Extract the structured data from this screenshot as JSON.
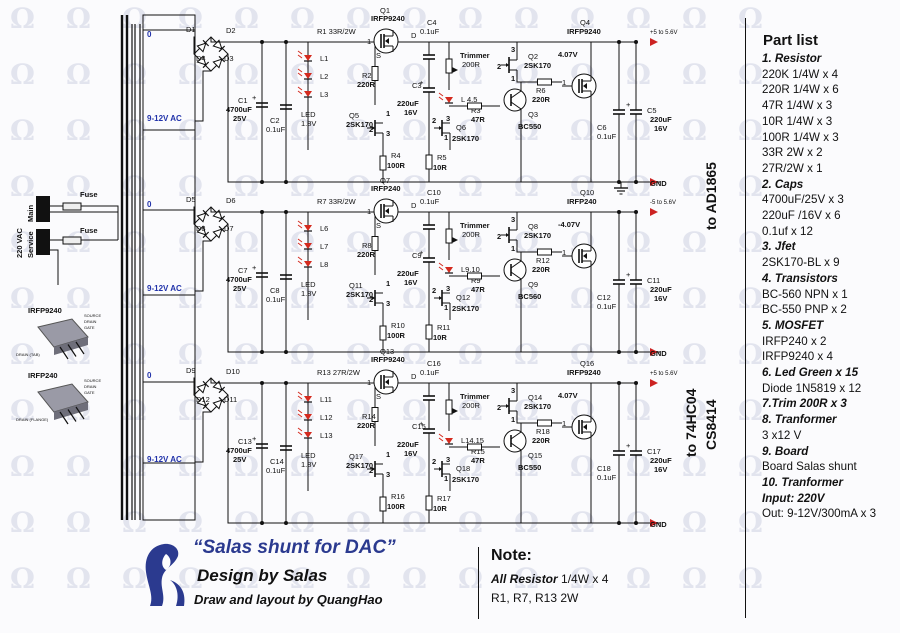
{
  "channels": [
    {
      "ac": "9-12V AC",
      "zero": "0",
      "bridge": [
        "D1",
        "D2",
        "D3",
        "D4"
      ],
      "c_in": [
        "C1",
        "4700uF",
        "25V"
      ],
      "c_in2": [
        "C2",
        "0.1uF"
      ],
      "r_series": "R1 33R/2W",
      "leds": [
        "L1",
        "L2",
        "L3"
      ],
      "led_lbl": [
        "LED",
        "1.8V"
      ],
      "q_mos": [
        "Q1",
        "IRFP9240"
      ],
      "c_top": [
        "C4",
        "0.1uF"
      ],
      "trimmer": [
        "Trimmer",
        "200R"
      ],
      "l_trim": "L 4.5",
      "r_bias": [
        "R2",
        "220R"
      ],
      "jfet": [
        "Q5",
        "2SK170"
      ],
      "r_src": [
        "R4",
        "100R"
      ],
      "c_mid": [
        "C3",
        "220uF",
        "16V"
      ],
      "r_base": [
        "R3",
        "47R"
      ],
      "jfet2": [
        "Q6",
        "2SK170"
      ],
      "r_jfet2": [
        "R5",
        "10R"
      ],
      "jfet3": [
        "Q2",
        "2SK170"
      ],
      "bjt": [
        "Q3",
        "BC550"
      ],
      "r_bjt": [
        "R6",
        "220R"
      ],
      "q_out": [
        "Q4",
        "IRFP9240"
      ],
      "vref": "4.07V",
      "c_out": [
        "C6",
        "0.1uF"
      ],
      "c_out2": [
        "C5",
        "220uF",
        "16V"
      ],
      "out": "+5 to 5.6V",
      "gnd": "GND"
    },
    {
      "ac": "9-12V AC",
      "zero": "0",
      "bridge": [
        "D5",
        "D6",
        "D7",
        "D8"
      ],
      "c_in": [
        "C7",
        "4700uF",
        "25V"
      ],
      "c_in2": [
        "C8",
        "0.1uF"
      ],
      "r_series": "R7 33R/2W",
      "leds": [
        "L6",
        "L7",
        "L8"
      ],
      "led_lbl": [
        "LED",
        "1.8V"
      ],
      "q_mos": [
        "Q7",
        "IRFP240"
      ],
      "c_top": [
        "C10",
        "0.1uF"
      ],
      "trimmer": [
        "Trimmer",
        "200R"
      ],
      "l_trim": "L9.10",
      "r_bias": [
        "R8",
        "220R"
      ],
      "jfet": [
        "Q11",
        "2SK170"
      ],
      "r_src": [
        "R10",
        "100R"
      ],
      "c_mid": [
        "C9",
        "220uF",
        "16V"
      ],
      "r_base": [
        "R9",
        "47R"
      ],
      "jfet2": [
        "Q12",
        "2SK170"
      ],
      "r_jfet2": [
        "R11",
        "10R"
      ],
      "jfet3": [
        "Q8",
        "2SK170"
      ],
      "bjt": [
        "Q9",
        "BC560"
      ],
      "r_bjt": [
        "R12",
        "220R"
      ],
      "q_out": [
        "Q10",
        "IRFP240"
      ],
      "vref": "-4.07V",
      "c_out": [
        "C12",
        "0.1uF"
      ],
      "c_out2": [
        "C11",
        "220uF",
        "16V"
      ],
      "out": "-5 to 5.6V",
      "gnd": "GND"
    },
    {
      "ac": "9-12V AC",
      "zero": "0",
      "bridge": [
        "D9",
        "D10",
        "D11",
        "D12"
      ],
      "c_in": [
        "C13",
        "4700uF",
        "25V"
      ],
      "c_in2": [
        "C14",
        "0.1uF"
      ],
      "r_series": "R13 27R/2W",
      "leds": [
        "L11",
        "L12",
        "L13"
      ],
      "led_lbl": [
        "LED",
        "1.8V"
      ],
      "q_mos": [
        "Q13",
        "IRFP9240"
      ],
      "c_top": [
        "C16",
        "0.1uF"
      ],
      "trimmer": [
        "Trimmer",
        "200R"
      ],
      "l_trim": "L14.15",
      "r_bias": [
        "R14",
        "220R"
      ],
      "jfet": [
        "Q17",
        "2SK170"
      ],
      "r_src": [
        "R16",
        "100R"
      ],
      "c_mid": [
        "C15",
        "220uF",
        "16V"
      ],
      "r_base": [
        "R15",
        "47R"
      ],
      "jfet2": [
        "Q18",
        "2SK170"
      ],
      "r_jfet2": [
        "R17",
        "10R"
      ],
      "jfet3": [
        "Q14",
        "2SK170"
      ],
      "bjt": [
        "Q15",
        "BC550"
      ],
      "r_bjt": [
        "R18",
        "220R"
      ],
      "q_out": [
        "Q16",
        "IRFP9240"
      ],
      "vref": "4.07V",
      "c_out": [
        "C18",
        "0.1uF"
      ],
      "c_out2": [
        "C17",
        "220uF",
        "16V"
      ],
      "out": "+5 to 5.6V",
      "gnd": "GND"
    }
  ],
  "labels": {
    "to_ad": "to AD1865",
    "to_74": "to 74HC04",
    "cs": "CS8414",
    "vac": "220 VAC",
    "main": "Main",
    "service": "Service",
    "fuse": "Fuse",
    "pkg1": "IRFP9240",
    "pkg2": "IRFP240",
    "pkg_pins1": [
      "SOURCE",
      "DRAIN",
      "GATE"
    ],
    "pkg_pins2": [
      "SOURCE",
      "DRAIN",
      "GATE"
    ],
    "pkg_drain1": "DRAIN (TAB)",
    "pkg_drain2": "DRAIN (FLANGE)",
    "pin_d": "D",
    "pin_s": "S",
    "pin_nums": [
      "1",
      "2",
      "3"
    ]
  },
  "partlist": {
    "title": "Part list",
    "lines": [
      {
        "t": "1. Resistor",
        "h": true
      },
      {
        "t": "220K 1/4W x 4",
        "h": false
      },
      {
        "t": "220R 1/4W x 6",
        "h": false
      },
      {
        "t": "47R 1/4W x 3",
        "h": false
      },
      {
        "t": "10R 1/4W x 3",
        "h": false
      },
      {
        "t": "100R 1/4W x 3",
        "h": false
      },
      {
        "t": "33R 2W  x 2",
        "h": false
      },
      {
        "t": "27R/2W x 1",
        "h": false
      },
      {
        "t": "2. Caps",
        "h": true
      },
      {
        "t": " 4700uF/25V x 3",
        "h": false
      },
      {
        "t": "220uF /16V x  6",
        "h": false
      },
      {
        "t": "0.1uf x 12",
        "h": false
      },
      {
        "t": "3. Jfet",
        "h": true
      },
      {
        "t": "2SK170-BL x 9",
        "h": false
      },
      {
        "t": "4. Transistors",
        "h": true
      },
      {
        "t": "BC-560 NPN x 1",
        "h": false
      },
      {
        "t": "BC-550 PNP x  2",
        "h": false
      },
      {
        "t": "5. MOSFET",
        "h": true
      },
      {
        "t": "IRFP240 x 2",
        "h": false
      },
      {
        "t": "IRFP9240 x  4",
        "h": false
      },
      {
        "t": "6. Led Green x 15",
        "h": true
      },
      {
        "t": "Diode 1N5819 x 12",
        "h": false
      },
      {
        "t": "7.Trim 200R x 3",
        "h": true
      },
      {
        "t": "8. Tranformer",
        "h": true
      },
      {
        "t": "3 x12 V",
        "h": false
      },
      {
        "t": "9. Board",
        "h": true
      },
      {
        "t": " Board Salas shunt",
        "h": false
      },
      {
        "t": "10.  Tranformer",
        "h": true
      },
      {
        "t": "Input: 220V",
        "h": true
      },
      {
        "t": "Out: 9-12V/300mA x 3",
        "h": false
      }
    ]
  },
  "footer": {
    "title": "“Salas shunt for DAC”",
    "design": "Design by Salas",
    "draw": "Draw and layout by QuangHao"
  },
  "note": {
    "title": "Note:",
    "line1_bold": "All Resistor",
    "line1_rest": " 1/4W x 4",
    "line2": "R1, R7, R13 2W"
  },
  "colors": {
    "wire": "#111111",
    "led": "#d42a1e",
    "accent_blue": "#2233aa",
    "ref_red": "#cc2222",
    "watermark": "#e2e4ee",
    "logo": "#2b3a8f"
  }
}
